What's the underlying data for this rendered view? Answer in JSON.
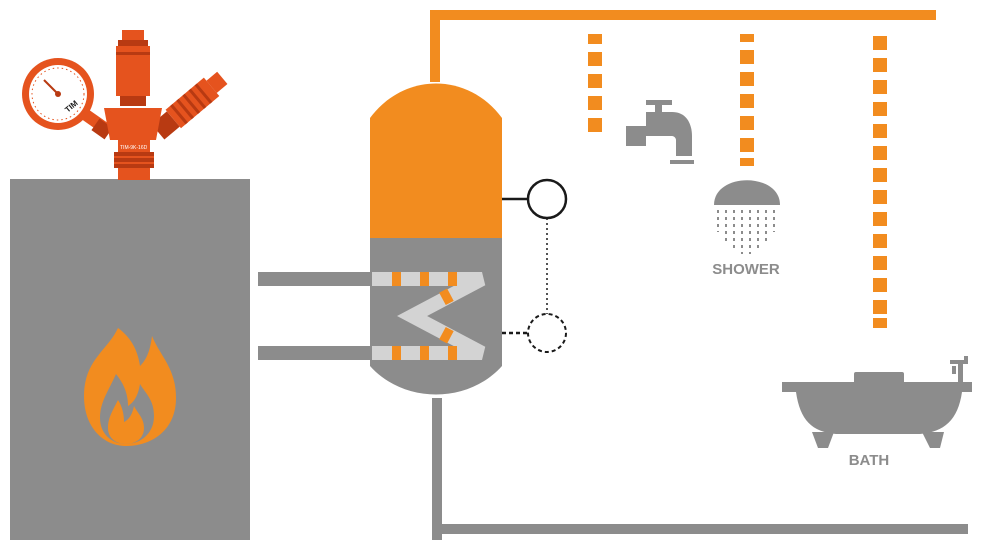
{
  "labels": {
    "shower": "SHOWER",
    "bath": "BATH",
    "gauge_brand": "TIM",
    "valve_marking": "TIM-9K-16D"
  },
  "colors": {
    "orange": "#F28C1F",
    "grey": "#8C8C8C",
    "dark_grey": "#7A7A7A",
    "light_grey": "#D3D3D3",
    "red_orange": "#E5531E",
    "dark_red": "#B83A12",
    "black": "#1A1A1A",
    "white": "#FFFFFF"
  },
  "icons": {
    "gauge": "pressure-gauge-icon",
    "safety_valve": "safety-valve-assembly-icon",
    "flame": "flame-icon",
    "tap": "faucet-icon",
    "shower": "shower-head-icon",
    "bath": "bathtub-icon"
  }
}
